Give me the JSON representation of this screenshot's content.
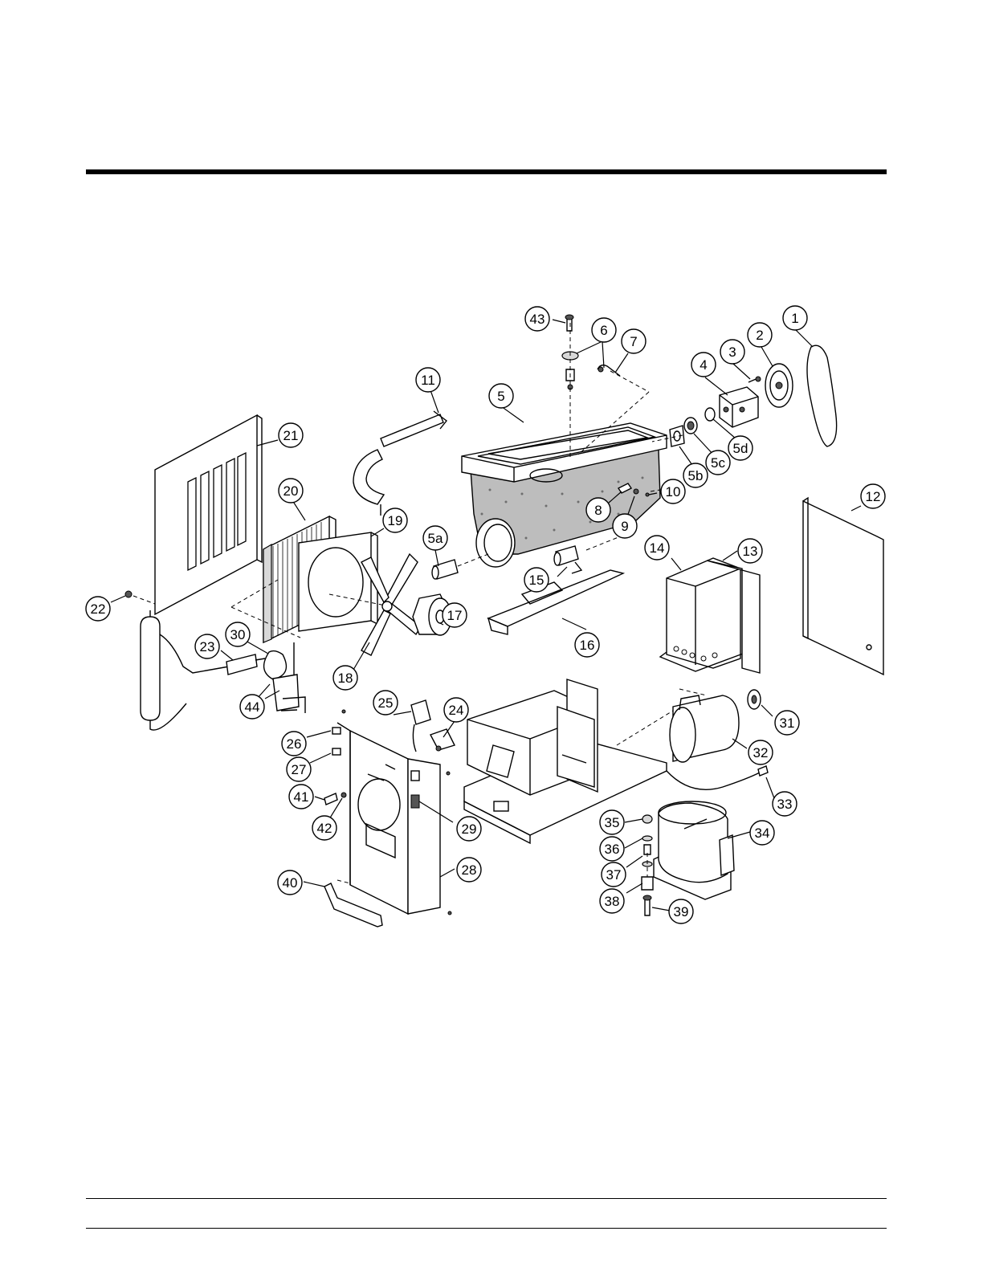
{
  "callouts": [
    {
      "id": "c-1",
      "label": "1"
    },
    {
      "id": "c-2",
      "label": "2"
    },
    {
      "id": "c-3",
      "label": "3"
    },
    {
      "id": "c-4",
      "label": "4"
    },
    {
      "id": "c-5",
      "label": "5"
    },
    {
      "id": "c-5a",
      "label": "5a"
    },
    {
      "id": "c-5b",
      "label": "5b"
    },
    {
      "id": "c-5c",
      "label": "5c"
    },
    {
      "id": "c-5d",
      "label": "5d"
    },
    {
      "id": "c-6",
      "label": "6"
    },
    {
      "id": "c-7",
      "label": "7"
    },
    {
      "id": "c-8",
      "label": "8"
    },
    {
      "id": "c-9",
      "label": "9"
    },
    {
      "id": "c-10",
      "label": "10"
    },
    {
      "id": "c-11",
      "label": "11"
    },
    {
      "id": "c-12",
      "label": "12"
    },
    {
      "id": "c-13",
      "label": "13"
    },
    {
      "id": "c-14",
      "label": "14"
    },
    {
      "id": "c-15",
      "label": "15"
    },
    {
      "id": "c-16",
      "label": "16"
    },
    {
      "id": "c-17",
      "label": "17"
    },
    {
      "id": "c-18",
      "label": "18"
    },
    {
      "id": "c-19",
      "label": "19"
    },
    {
      "id": "c-20",
      "label": "20"
    },
    {
      "id": "c-21",
      "label": "21"
    },
    {
      "id": "c-22",
      "label": "22"
    },
    {
      "id": "c-23",
      "label": "23"
    },
    {
      "id": "c-24",
      "label": "24"
    },
    {
      "id": "c-25",
      "label": "25"
    },
    {
      "id": "c-26",
      "label": "26"
    },
    {
      "id": "c-27",
      "label": "27"
    },
    {
      "id": "c-28",
      "label": "28"
    },
    {
      "id": "c-29",
      "label": "29"
    },
    {
      "id": "c-30",
      "label": "30"
    },
    {
      "id": "c-31",
      "label": "31"
    },
    {
      "id": "c-32",
      "label": "32"
    },
    {
      "id": "c-33",
      "label": "33"
    },
    {
      "id": "c-34",
      "label": "34"
    },
    {
      "id": "c-35",
      "label": "35"
    },
    {
      "id": "c-36",
      "label": "36"
    },
    {
      "id": "c-37",
      "label": "37"
    },
    {
      "id": "c-38",
      "label": "38"
    },
    {
      "id": "c-39",
      "label": "39"
    },
    {
      "id": "c-40",
      "label": "40"
    },
    {
      "id": "c-41",
      "label": "41"
    },
    {
      "id": "c-42",
      "label": "42"
    },
    {
      "id": "c-43",
      "label": "43"
    },
    {
      "id": "c-44",
      "label": "44"
    }
  ]
}
